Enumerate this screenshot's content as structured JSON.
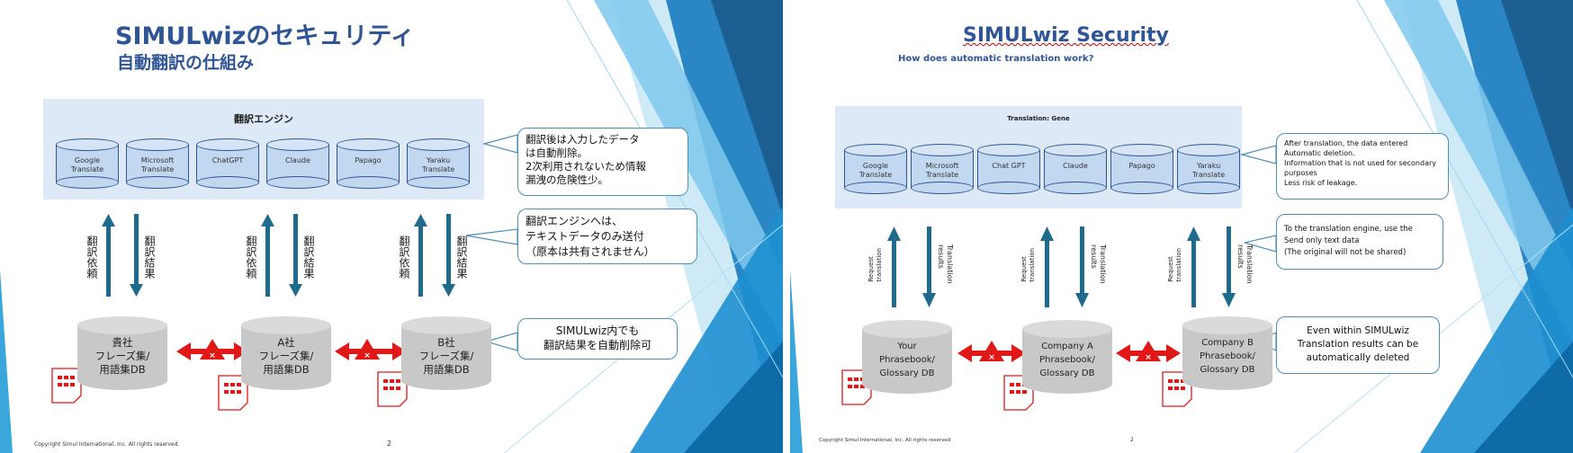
{
  "slides": {
    "jp": {
      "title": "SIMULwizのセキュリティ",
      "subtitle": "自動翻訳の仕組み",
      "engine_box_title": "翻訳エンジン",
      "engines": [
        "Google\nTranslate",
        "Microsoft\nTranslate",
        "ChatGPT",
        "Claude",
        "Papago",
        "Yaraku\nTranslate"
      ],
      "callout_1": "翻訳後は入力したデータ\nは自動削除。\n2次利用されないため情報\n漏洩の危険性少。",
      "callout_2": "翻訳エンジンへは、\nテキストデータのみ送付\n（原本は共有されません）",
      "callout_3": "SIMULwiz内でも\n翻訳結果を自動削除可",
      "request_label": "翻訳依頼",
      "result_label": "翻訳結果",
      "dbs": [
        "貴社\nフレーズ集/\n用語集DB",
        "A社\nフレーズ集/\n用語集DB",
        "B社\nフレーズ集/\n用語集DB"
      ],
      "footer": "Copyright Simul International, Inc. All rights reserved.",
      "page_number": "2"
    },
    "en": {
      "title": "SIMULwiz Security",
      "subtitle": "How does automatic translation work?",
      "engine_box_title": "Translation: Gene",
      "engines": [
        "Google\nTranslate",
        "Microsoft\nTranslate",
        "Chat GPT",
        "Claude",
        "Papago",
        "Yaraku\nTranslate"
      ],
      "callout_1": "After translation, the data entered\nAutomatic deletion.\nInformation that is not used for secondary\npurposes\nLess risk of leakage.",
      "callout_2": "To the translation engine, use the\nSend only text data\n(The original will not be shared)",
      "callout_3": "Even within SIMULwiz\nTranslation results can be\nautomatically deleted",
      "request_label": "Request\ntranslation",
      "result_label": "Translation\nresults",
      "dbs": [
        "Your\nPhrasebook/\nGlossary DB",
        "Company A\nPhrasebook/\nGlossary DB",
        "Company B\nPhrasebook/\nGlossary DB"
      ],
      "footer": "Copyright Simul International, Inc. All rights reserved.",
      "page_number": "2"
    }
  },
  "colors": {
    "title": "#2f5596",
    "arrow": "#1f6b8e",
    "block_cross": "#e01818",
    "engine_fill": "#c2d8f0",
    "db_fill": "#c8c8c8",
    "deco_blue": "#1d6fa8",
    "deco_light": "#8fd0ee"
  },
  "icons": [
    "document-grid-icon",
    "no-connection-icon"
  ]
}
